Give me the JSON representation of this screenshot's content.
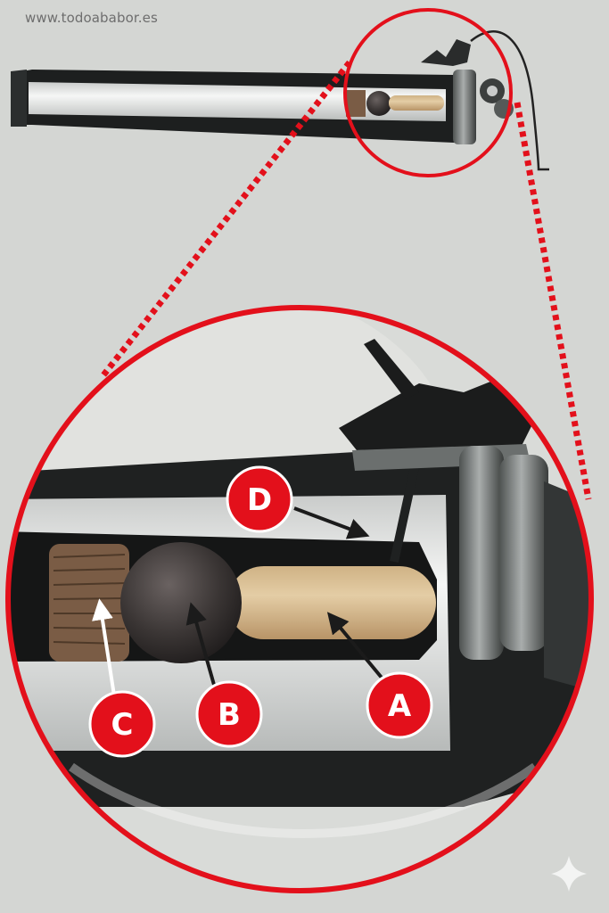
{
  "source_text": "www.todoababor.es",
  "colors": {
    "background": "#d4d6d3",
    "highlight_red": "#e3101b",
    "barrel_dark": "#1d1f1f",
    "bore_white": "#f2f3f2",
    "ball": "#3a3534",
    "rammer_wood": "#d8bf94",
    "wad": "#7a5c45"
  },
  "labels": {
    "a": "A",
    "b": "B",
    "c": "C",
    "d": "D"
  },
  "icons": {
    "corner": "sparkle-icon"
  }
}
